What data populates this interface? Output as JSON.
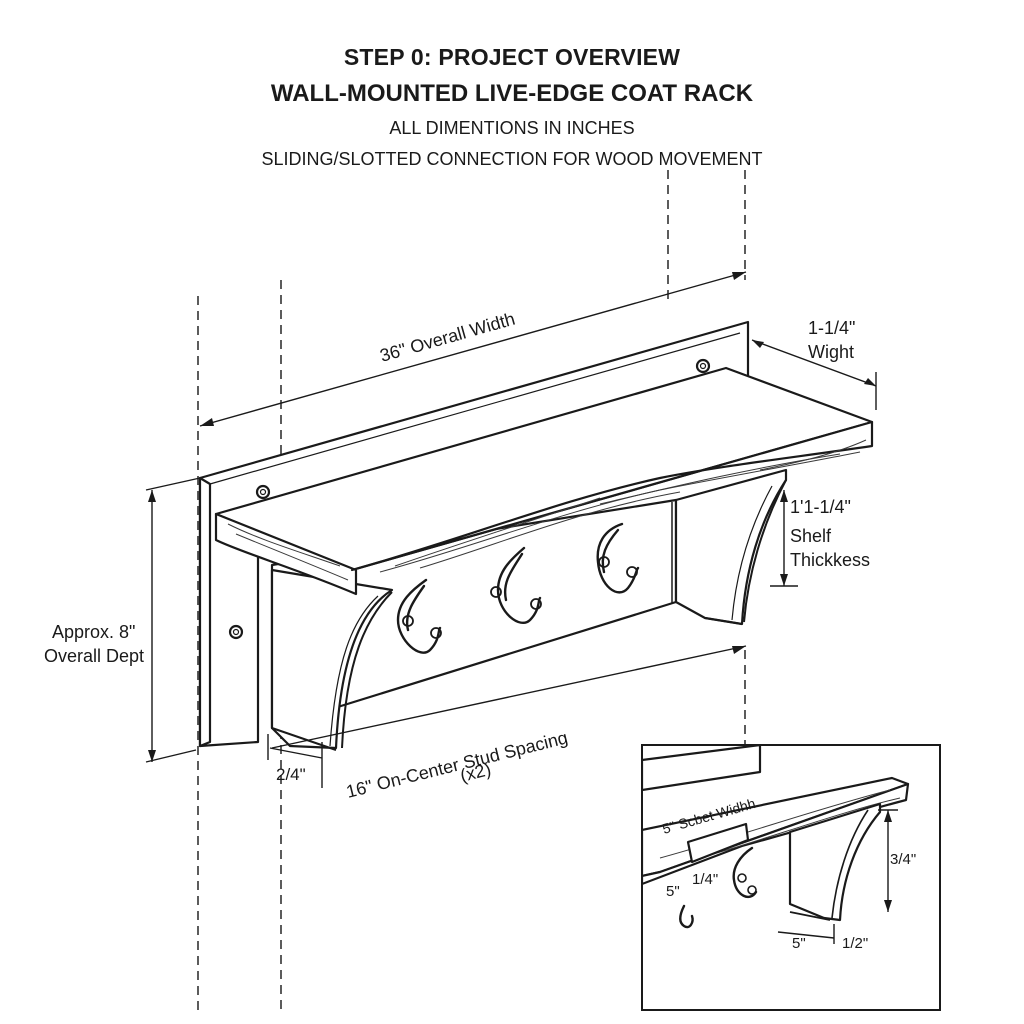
{
  "header": {
    "step_title": "STEP 0: PROJECT OVERVIEW",
    "project_title": "WALL-MOUNTED LIVE-EDGE COAT RACK",
    "units_note": "ALL DIMENTIONS IN INCHES",
    "connection_note": "SLIDING/SLOTTED CONNECTION FOR WOOD MOVEMENT"
  },
  "dimensions": {
    "overall_width": "36\" Overall Width",
    "width_value": "1-1/4\"",
    "width_label": "Wight",
    "thickness_value": "1'1-1/4\"",
    "thickness_label_1": "Shelf",
    "thickness_label_2": "Thickkess",
    "depth_line_1": "Approx. 8\"",
    "depth_line_2": "Overall Dept",
    "offset": "2/4\"",
    "stud_spacing_1": "16\" On-Center Stud Spacing",
    "stud_spacing_2": "(x2)"
  },
  "detail_inset": {
    "width_label": "5\" Scbet Widhh",
    "left_value": "5\"",
    "quarter_value": "1/4\"",
    "height_value": "3/4\"",
    "bottom_left_value": "5\"",
    "bottom_right_value": "1/2\""
  },
  "colors": {
    "ink": "#1a1a1a",
    "paper": "#ffffff"
  }
}
